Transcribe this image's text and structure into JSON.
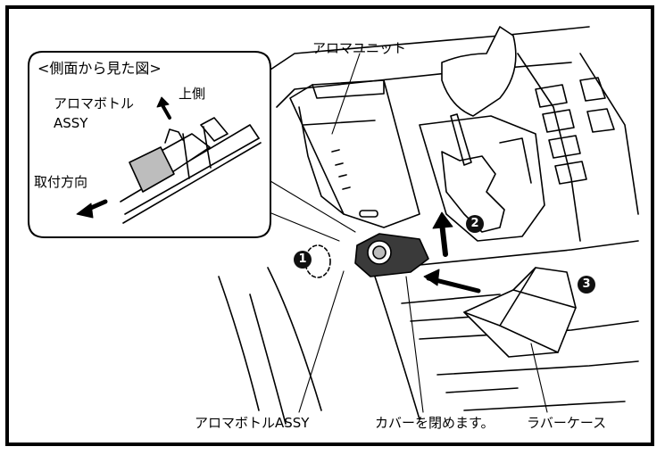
{
  "inset": {
    "title": "<側面から見た図>",
    "bottle_label_line1": "アロマボトル",
    "bottle_label_line2": "ASSY",
    "upper_side_label": "上側",
    "mount_direction_label": "取付方向"
  },
  "main": {
    "aroma_unit_label": "アロマユニット",
    "aroma_bottle_label": "アロマボトルASSY",
    "close_cover_label": "カバーを閉めます。",
    "rubber_case_label": "ラバーケース"
  },
  "steps": [
    "1",
    "2",
    "3"
  ],
  "colors": {
    "line": "#000000",
    "shade": "#bdbdbd",
    "dark": "#3a3a3a",
    "background": "#ffffff"
  }
}
